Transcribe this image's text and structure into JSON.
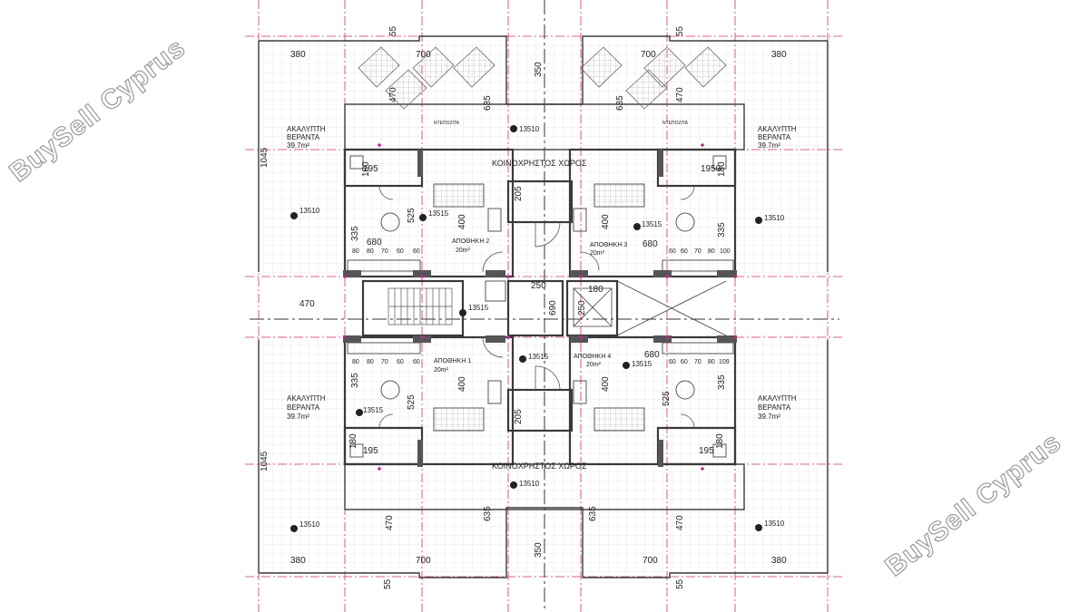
{
  "watermark": "BuySell Cyprus",
  "labels": {
    "common_area": "ΚΟΙΝΟΧΡΗΣΤΟΣ ΧΩΡΟΣ",
    "veranda_title": "ΑΚΑΛΥΠΤΗ",
    "veranda_sub": "ΒΕΡΑΝΤΑ",
    "veranda_area": "39.7m²",
    "ntepozita": "ΝΤΕΠΟΖΙΤΑ",
    "storage1": "ΑΠΟΘΗΚΗ 1",
    "storage2": "ΑΠΟΘΗΚΗ 2",
    "storage3": "ΑΠΟΘΗΚΗ 3",
    "storage4": "ΑΠΟΘΗΚΗ 4",
    "storage_area": "20m²",
    "level": "13510",
    "level_b": "13515"
  },
  "dims": {
    "d55": "55",
    "d380": "380",
    "d700": "700",
    "d350": "350",
    "d470": "470",
    "d635": "635",
    "d1045": "1045",
    "d195": "195",
    "d180": "180",
    "d525": "525",
    "d400": "400",
    "d205": "205",
    "d335": "335",
    "d680": "680",
    "d80": "80",
    "d70": "70",
    "d60": "60",
    "d109": "109",
    "d250": "250",
    "d690": "690",
    "d1950": "1950",
    "d100": "100"
  },
  "colors": {
    "wall": "#3a3a3a",
    "grid": "#d4d4d4",
    "axis": "#d0306f",
    "dim": "#333333"
  }
}
